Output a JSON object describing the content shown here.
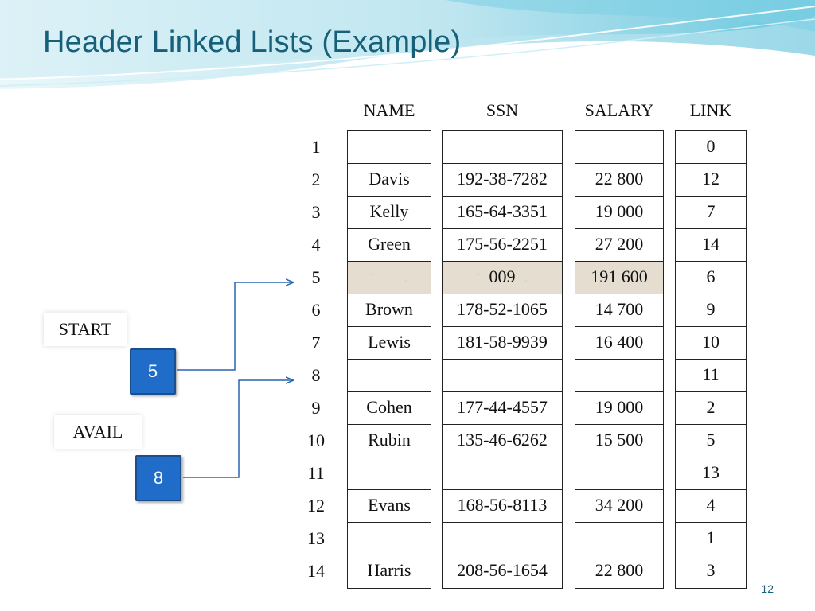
{
  "title": "Header Linked Lists (Example)",
  "columns": [
    "NAME",
    "SSN",
    "SALARY",
    "LINK"
  ],
  "rows": [
    {
      "index": "1",
      "name": "",
      "ssn": "",
      "salary": "",
      "link": "0"
    },
    {
      "index": "2",
      "name": "Davis",
      "ssn": "192-38-7282",
      "salary": "22 800",
      "link": "12"
    },
    {
      "index": "3",
      "name": "Kelly",
      "ssn": "165-64-3351",
      "salary": "19 000",
      "link": "7"
    },
    {
      "index": "4",
      "name": "Green",
      "ssn": "175-56-2251",
      "salary": "27 200",
      "link": "14"
    },
    {
      "index": "5",
      "name": "",
      "ssn": "009",
      "salary": "191 600",
      "link": "6"
    },
    {
      "index": "6",
      "name": "Brown",
      "ssn": "178-52-1065",
      "salary": "14 700",
      "link": "9"
    },
    {
      "index": "7",
      "name": "Lewis",
      "ssn": "181-58-9939",
      "salary": "16 400",
      "link": "10"
    },
    {
      "index": "8",
      "name": "",
      "ssn": "",
      "salary": "",
      "link": "11"
    },
    {
      "index": "9",
      "name": "Cohen",
      "ssn": "177-44-4557",
      "salary": "19 000",
      "link": "2"
    },
    {
      "index": "10",
      "name": "Rubin",
      "ssn": "135-46-6262",
      "salary": "15 500",
      "link": "5"
    },
    {
      "index": "11",
      "name": "",
      "ssn": "",
      "salary": "",
      "link": "13"
    },
    {
      "index": "12",
      "name": "Evans",
      "ssn": "168-56-8113",
      "salary": "34 200",
      "link": "4"
    },
    {
      "index": "13",
      "name": "",
      "ssn": "",
      "salary": "",
      "link": "1"
    },
    {
      "index": "14",
      "name": "Harris",
      "ssn": "208-56-1654",
      "salary": "22 800",
      "link": "3"
    }
  ],
  "header_row": "5",
  "start": {
    "label": "START",
    "value": "5"
  },
  "avail": {
    "label": "AVAIL",
    "value": "8"
  },
  "page_number": "12",
  "colors": {
    "title": "#17607a",
    "pointer_box": "#1f6dc8",
    "arrow": "#2a64b0",
    "header_node": "#e4ddd0"
  }
}
